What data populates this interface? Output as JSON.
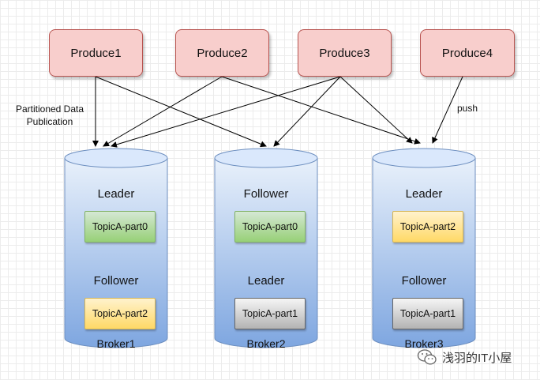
{
  "producers": [
    {
      "label": "Produce1"
    },
    {
      "label": "Produce2"
    },
    {
      "label": "Produce3"
    },
    {
      "label": "Produce4"
    }
  ],
  "annotations": {
    "partitioned": "Partitioned Data\nPublication",
    "push": "push"
  },
  "brokers": [
    {
      "name": "Broker1",
      "slots": [
        {
          "role": "Leader",
          "topic": "TopicA-part0",
          "color": "green"
        },
        {
          "role": "Follower",
          "topic": "TopicA-part2",
          "color": "yellow"
        }
      ]
    },
    {
      "name": "Broker2",
      "slots": [
        {
          "role": "Follower",
          "topic": "TopicA-part0",
          "color": "green"
        },
        {
          "role": "Leader",
          "topic": "TopicA-part1",
          "color": "gray"
        }
      ]
    },
    {
      "name": "Broker3",
      "slots": [
        {
          "role": "Leader",
          "topic": "TopicA-part2",
          "color": "yellow"
        },
        {
          "role": "Follower",
          "topic": "TopicA-part1",
          "color": "gray"
        }
      ]
    }
  ],
  "watermark": {
    "text": "浅羽的IT小屋",
    "icon": "wechat-icon"
  }
}
